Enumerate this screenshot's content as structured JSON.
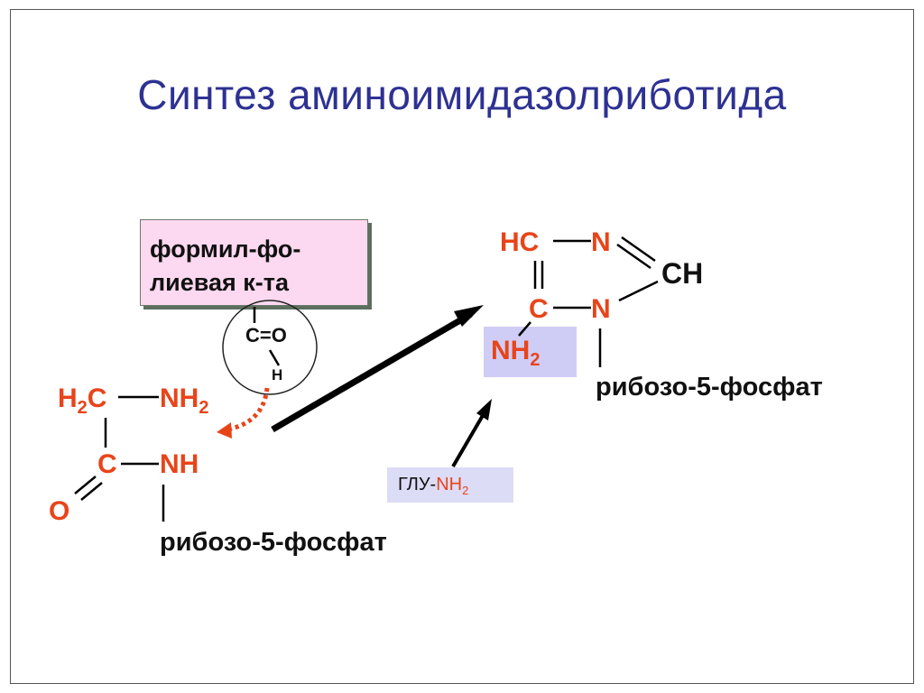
{
  "title": "Синтез аминоимидазолриботида",
  "folic": {
    "line1": "формил-фо-",
    "line2": "лиевая к-та"
  },
  "formyl": {
    "co": "C=O",
    "h": "H"
  },
  "reactant": {
    "h2c_main": "H",
    "h2c_sub": "2",
    "h2c_tail": "C",
    "nh2_main": "NH",
    "nh2_sub": "2",
    "c": "C",
    "nh": "NH",
    "o": "O",
    "ribose": "рибозо-5-фосфат"
  },
  "product": {
    "hc": "HC",
    "n_top": "N",
    "ch": "CH",
    "c": "C",
    "n_bottom": "N",
    "nh2_main": "NH",
    "nh2_sub": "2",
    "ribose": "рибозо-5-фосфат"
  },
  "glu": {
    "main": "ГЛУ-",
    "nh": "NH",
    "sub": "2"
  },
  "colors": {
    "title": "#2e3192",
    "chem": "#e8441a",
    "nh2_box": "#cfcdf5",
    "folic_box": "#fcd9f0",
    "glu_box": "#dcdcf6"
  }
}
